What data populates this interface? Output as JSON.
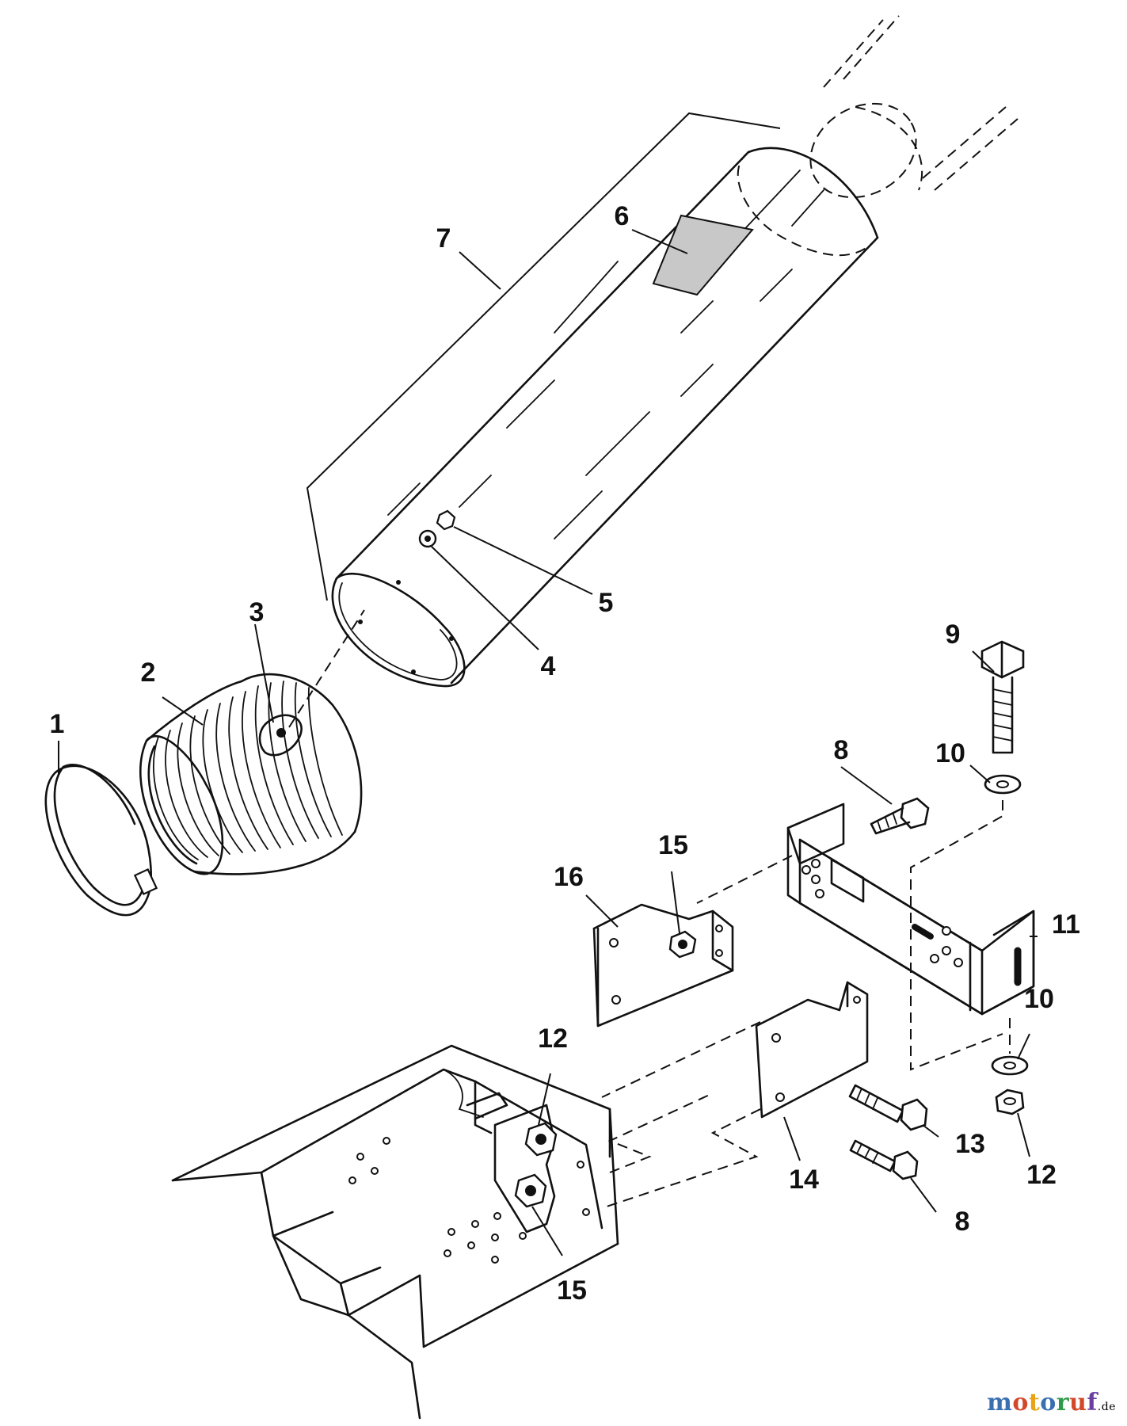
{
  "callouts": {
    "c1": "1",
    "c2": "2",
    "c3": "3",
    "c4": "4",
    "c5": "5",
    "c6": "6",
    "c7": "7",
    "c8a": "8",
    "c8b": "8",
    "c9": "9",
    "c10a": "10",
    "c10b": "10",
    "c11": "11",
    "c12a": "12",
    "c12b": "12",
    "c13": "13",
    "c14": "14",
    "c15a": "15",
    "c15b": "15",
    "c16": "16"
  },
  "watermark": {
    "text": "motoruf",
    "tld": ".de",
    "colors": [
      "#3a6fb0",
      "#d2492a",
      "#e8a317",
      "#3a6fb0",
      "#2f9a4a",
      "#d2492a",
      "#6a3fa0"
    ]
  }
}
